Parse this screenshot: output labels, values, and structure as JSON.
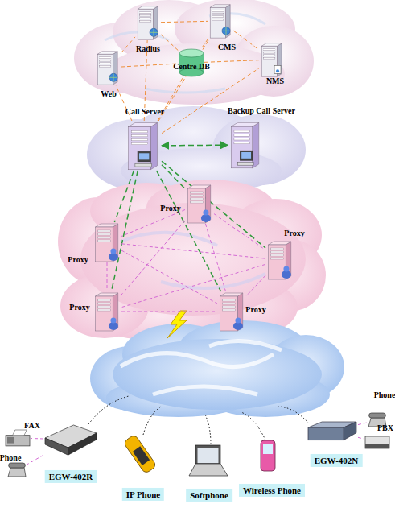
{
  "diagram": {
    "nodes": [
      {
        "text": [
          "Radius"
        ]
      },
      {
        "text": [
          "CMS"
        ]
      },
      {
        "text": [
          "Centre DB"
        ]
      },
      {
        "text": [
          "Web"
        ]
      },
      {
        "text": [
          "NMS"
        ]
      },
      {
        "text": [
          "Call Server"
        ]
      },
      {
        "text": [
          "Backup Call Server"
        ]
      },
      {
        "text": [
          "Proxy"
        ]
      },
      {
        "text": [
          "Proxy"
        ]
      },
      {
        "text": [
          "Proxy"
        ]
      },
      {
        "text": [
          "Proxy"
        ]
      },
      {
        "text": [
          "Proxy"
        ]
      },
      {
        "text": [
          "FAX"
        ]
      },
      {
        "text": [
          "Phone"
        ]
      },
      {
        "text": [
          "EGW-402R"
        ]
      },
      {
        "text": [
          "IP Phone"
        ]
      },
      {
        "text": [
          "Softphone"
        ]
      },
      {
        "text": [
          "Wireless Phone"
        ]
      },
      {
        "text": [
          "Phone"
        ]
      },
      {
        "text": [
          "PBX"
        ]
      },
      {
        "text": [
          "EGW-402N"
        ]
      }
    ],
    "edges": [
      {
        "from": 0,
        "to": 1,
        "arrow": "none"
      },
      {
        "from": 3,
        "to": 0,
        "arrow": "none"
      },
      {
        "from": 3,
        "to": 2,
        "arrow": "none"
      },
      {
        "from": 0,
        "to": 2,
        "arrow": "none"
      },
      {
        "from": 1,
        "to": 2,
        "arrow": "none"
      },
      {
        "from": 2,
        "to": 4,
        "arrow": "none"
      },
      {
        "from": 1,
        "to": 4,
        "arrow": "none"
      },
      {
        "from": 5,
        "to": 3,
        "arrow": "none"
      },
      {
        "from": 5,
        "to": 0,
        "arrow": "none"
      },
      {
        "from": 5,
        "to": 2,
        "arrow": "none"
      },
      {
        "from": 5,
        "to": 1,
        "arrow": "none"
      },
      {
        "from": 5,
        "to": 4,
        "arrow": "none"
      },
      {
        "from": 5,
        "to": 6,
        "arrow": "both"
      },
      {
        "from": 5,
        "to": 7,
        "arrow": "none"
      },
      {
        "from": 5,
        "to": 8,
        "arrow": "none"
      },
      {
        "from": 5,
        "to": 9,
        "arrow": "none"
      },
      {
        "from": 5,
        "to": 10,
        "arrow": "none"
      },
      {
        "from": 5,
        "to": 11,
        "arrow": "none"
      },
      {
        "from": 7,
        "to": 8,
        "arrow": "none"
      },
      {
        "from": 7,
        "to": 9,
        "arrow": "none"
      },
      {
        "from": 8,
        "to": 9,
        "arrow": "none"
      },
      {
        "from": 8,
        "to": 10,
        "arrow": "none"
      },
      {
        "from": 8,
        "to": 11,
        "arrow": "none"
      },
      {
        "from": 9,
        "to": 10,
        "arrow": "none"
      },
      {
        "from": 9,
        "to": 11,
        "arrow": "none"
      },
      {
        "from": 10,
        "to": 11,
        "arrow": "none"
      },
      {
        "from": 7,
        "to": 10,
        "arrow": "none"
      },
      {
        "from": 7,
        "to": 11,
        "arrow": "none"
      },
      {
        "from": 14,
        "to": 12,
        "arrow": "none"
      },
      {
        "from": 14,
        "to": 13,
        "arrow": "none"
      },
      {
        "from": 20,
        "to": 18,
        "arrow": "none"
      },
      {
        "from": 20,
        "to": 19,
        "arrow": "none"
      }
    ]
  }
}
